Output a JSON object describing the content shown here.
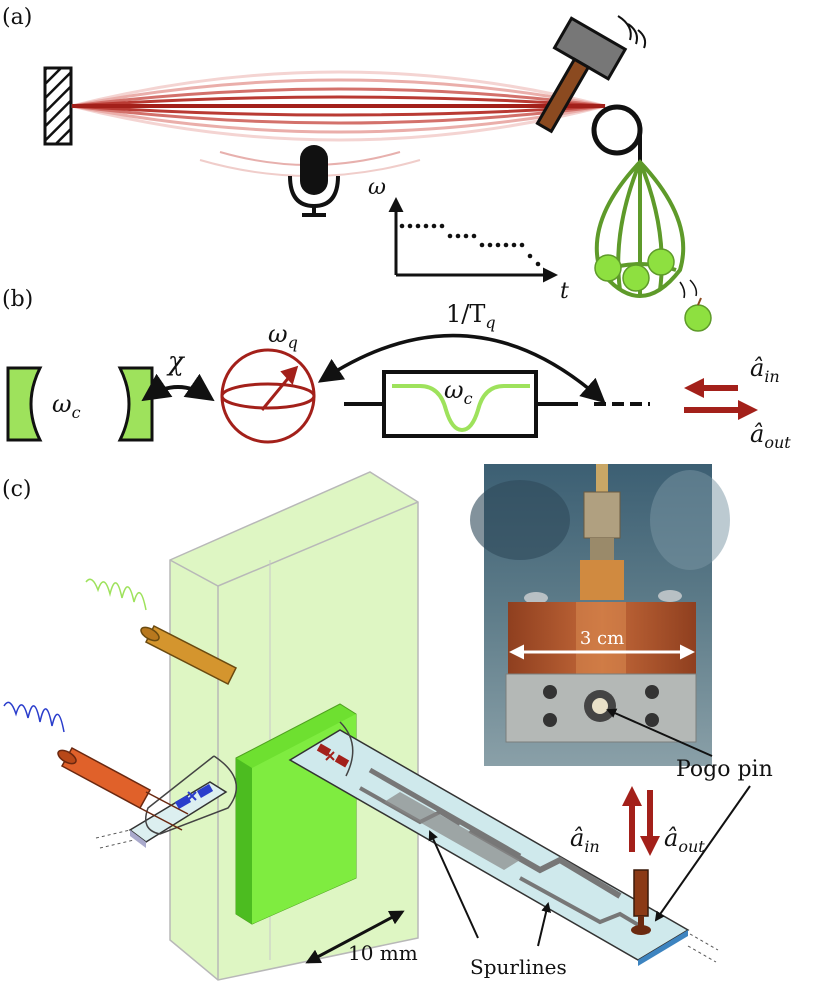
{
  "panel_labels": {
    "a": "(a)",
    "b": "(b)",
    "c": "(c)"
  },
  "panel_a": {
    "omega_axis_label": "ω",
    "time_axis_label": "t"
  },
  "panel_b": {
    "cavity_freq_label": "ω",
    "cavity_freq_sub": "c",
    "coupling_label": "χ",
    "qubit_freq_label": "ω",
    "qubit_freq_sub": "q",
    "filter_freq_label": "ω",
    "filter_freq_sub": "c",
    "decay_rate_label": "1/T",
    "decay_rate_sub": "q",
    "input_label": "â",
    "input_sub": "in",
    "output_label": "â",
    "output_sub": "out"
  },
  "panel_c": {
    "photo_scale_label": "3 cm",
    "pogo_pin_label": "Pogo pin",
    "input_label": "â",
    "input_sub": "in",
    "output_label": "â",
    "output_sub": "out",
    "scale_bar_label": "10 mm",
    "spurlines_label": "Spurlines"
  },
  "colors": {
    "dark_red": "#a3201a",
    "light_red": "#e8a6a2",
    "green": "#9ee25c",
    "light_green_box": "#d8f5b8",
    "olive_green": "#5e9a2a",
    "orange": "#e0612a",
    "gold": "#d4952e",
    "blue": "#2a3dcc",
    "photo_bg": "#4a6a7a",
    "copper": "#b5592e"
  }
}
